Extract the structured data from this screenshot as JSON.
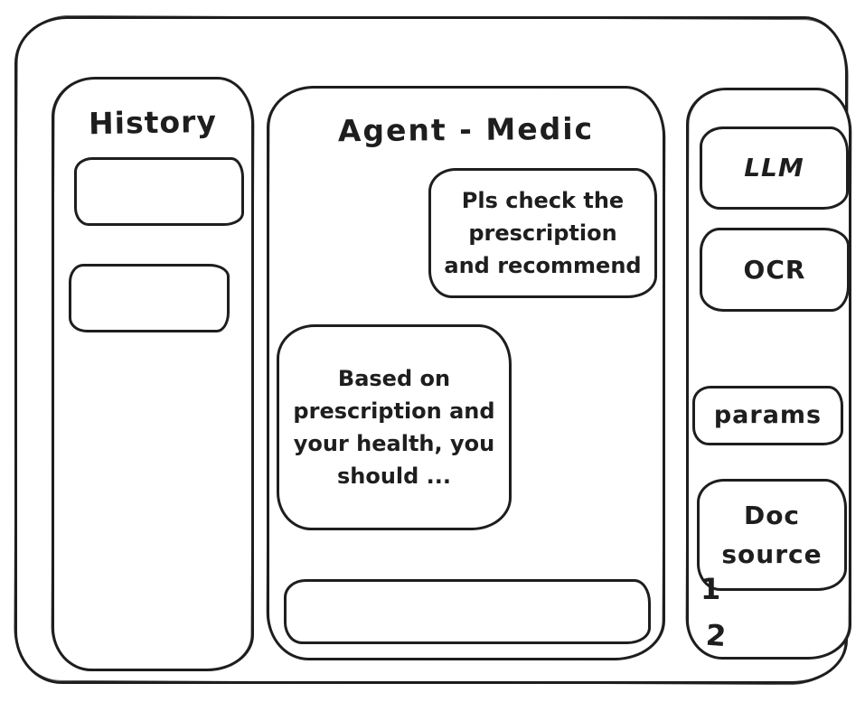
{
  "app": {
    "title": "Agent - Medic"
  },
  "colors": {
    "stroke": "#1e1e1e",
    "background": "#ffffff"
  },
  "history": {
    "title": "History",
    "items": [
      {
        "label": ""
      },
      {
        "label": ""
      }
    ]
  },
  "chat": {
    "title": "Agent - Medic",
    "messages": [
      {
        "role": "user",
        "text": "Pls check the prescription and recommend"
      },
      {
        "role": "agent",
        "text": "Based on prescription and your health, you should ..."
      }
    ],
    "input_value": ""
  },
  "tools": {
    "llm_label": "LLM",
    "ocr_label": "OCR",
    "params_label": "params",
    "doc_source_label": "Doc source",
    "doc_sources": [
      {
        "label": "1"
      },
      {
        "label": "2"
      }
    ]
  }
}
